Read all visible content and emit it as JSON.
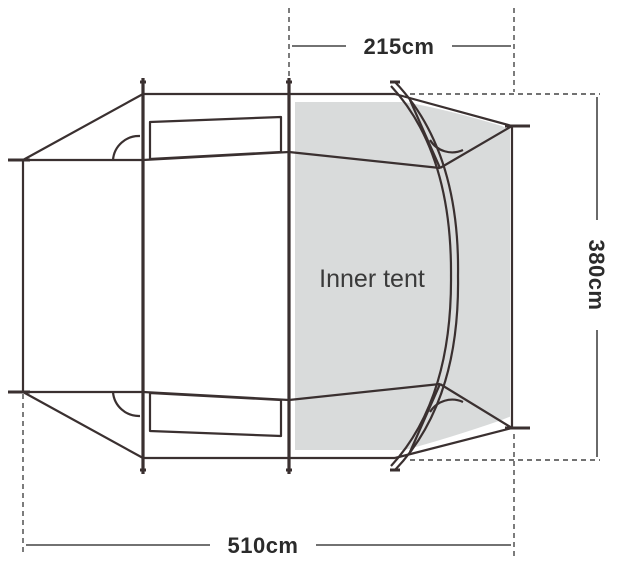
{
  "dimensions": {
    "inner_width": "215cm",
    "total_length": "510cm",
    "width": "380cm"
  },
  "labels": {
    "inner_tent": "Inner tent"
  },
  "colors": {
    "outline": "#3a3030",
    "inner_tent_fill": "#d9dbdb",
    "dimension_text": "#2b2b2b"
  }
}
